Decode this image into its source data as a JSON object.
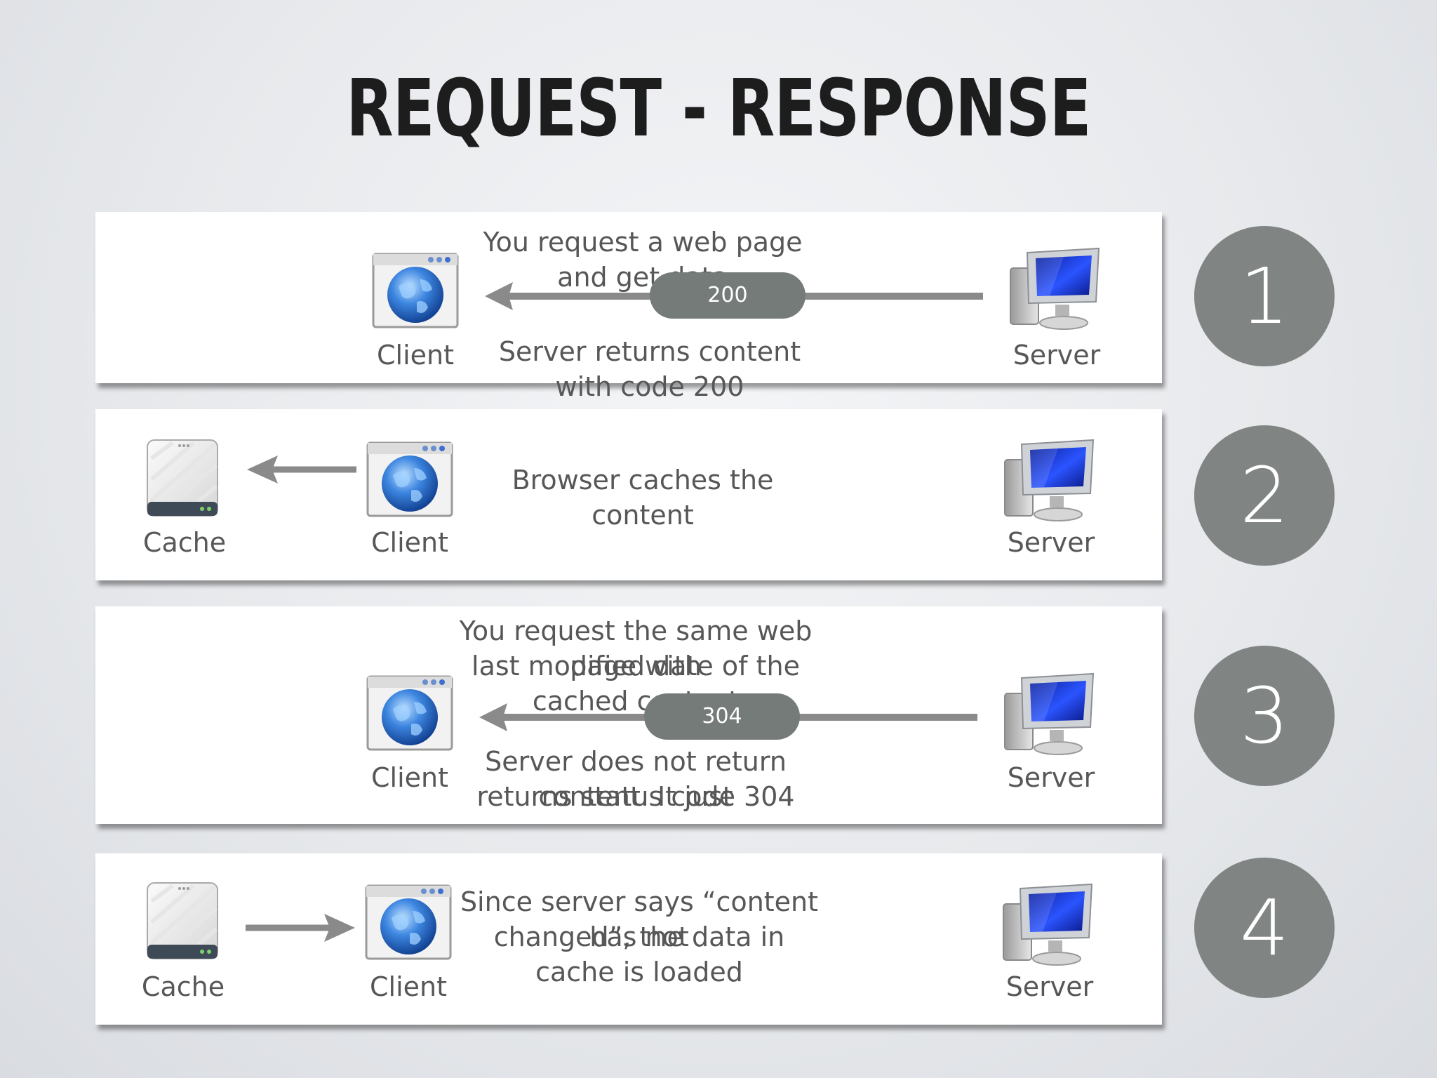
{
  "title": "REQUEST - RESPONSE",
  "colors": {
    "arrow": "#8a8a8a",
    "pill": "#757b79",
    "badge": "#808583",
    "globe": "#1e5bb8",
    "monitor_screen": "#1430c9"
  },
  "icons": {
    "client": "browser-globe-icon",
    "server": "computer-monitor-icon",
    "cache": "hard-drive-icon"
  },
  "steps": [
    {
      "number": "1",
      "client_label": "Client",
      "server_label": "Server",
      "message_top": "You request a web page and get data",
      "status_code": "200",
      "message_bottom": "Server returns content with code 200"
    },
    {
      "number": "2",
      "cache_label": "Cache",
      "client_label": "Client",
      "server_label": "Server",
      "message": "Browser caches the content"
    },
    {
      "number": "3",
      "client_label": "Client",
      "server_label": "Server",
      "message_top_line1": "You request the same web page with",
      "message_top_line2": "last modified date of the cached content",
      "status_code": "304",
      "message_bottom_line1": "Server does not return content. It just",
      "message_bottom_line2": "returns status code 304"
    },
    {
      "number": "4",
      "cache_label": "Cache",
      "client_label": "Client",
      "server_label": "Server",
      "message_line1": "Since server says “content has not",
      "message_line2": "changed”, the data in cache is loaded"
    }
  ]
}
